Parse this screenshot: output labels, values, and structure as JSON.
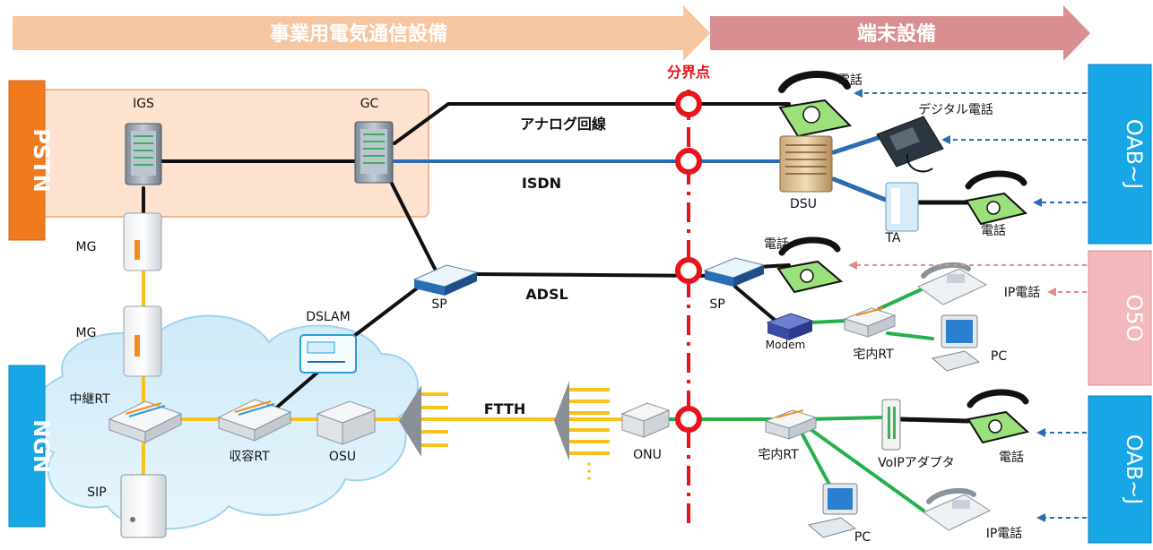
{
  "banners": {
    "carrier": "事業用電気通信設備",
    "terminal": "端末設備"
  },
  "demarcation": "分界点",
  "side_boxes": {
    "pstn": "PSTN",
    "ngn": "NGN",
    "oabj_top": "OAB~J",
    "o50": "O5O",
    "oabj_bottom": "OAB~J"
  },
  "network": {
    "igs": "IGS",
    "gc": "GC",
    "mg_top": "MG",
    "mg_bottom": "MG",
    "chukei_rt": "中継RT",
    "shuyo_rt": "収容RT",
    "osu": "OSU",
    "sip": "SIP",
    "dslam": "DSLAM",
    "sp_left": "SP"
  },
  "lines": {
    "analog": "アナログ回線",
    "isdn": "ISDN",
    "adsl": "ADSL",
    "ftth": "FTTH"
  },
  "terminal": {
    "phone_analog": "電話",
    "digital_phone": "デジタル電話",
    "dsu": "DSU",
    "ta": "TA",
    "phone_isdn": "電話",
    "phone_adsl": "電話",
    "sp_right": "SP",
    "ip_phone_top": "IP電話",
    "modem": "Modem",
    "home_rt_top": "宅内RT",
    "pc_top": "PC",
    "onu": "ONU",
    "home_rt_bottom": "宅内RT",
    "voip_adapter": "VoIPアダプタ",
    "phone_ftth": "電話",
    "pc_bottom": "PC",
    "ip_phone_bottom": "IP電話"
  },
  "colors": {
    "carrier_arrow": "#f6c6a0",
    "terminal_arrow": "#d98f92",
    "pstn": "#f07a1e",
    "ngn": "#17a6e6",
    "o50": "#f3b8bd",
    "demarcation": "#e8141b",
    "isdn": "#2a6db5",
    "fiber": "#f6c21b",
    "ethernet": "#25b04a"
  }
}
